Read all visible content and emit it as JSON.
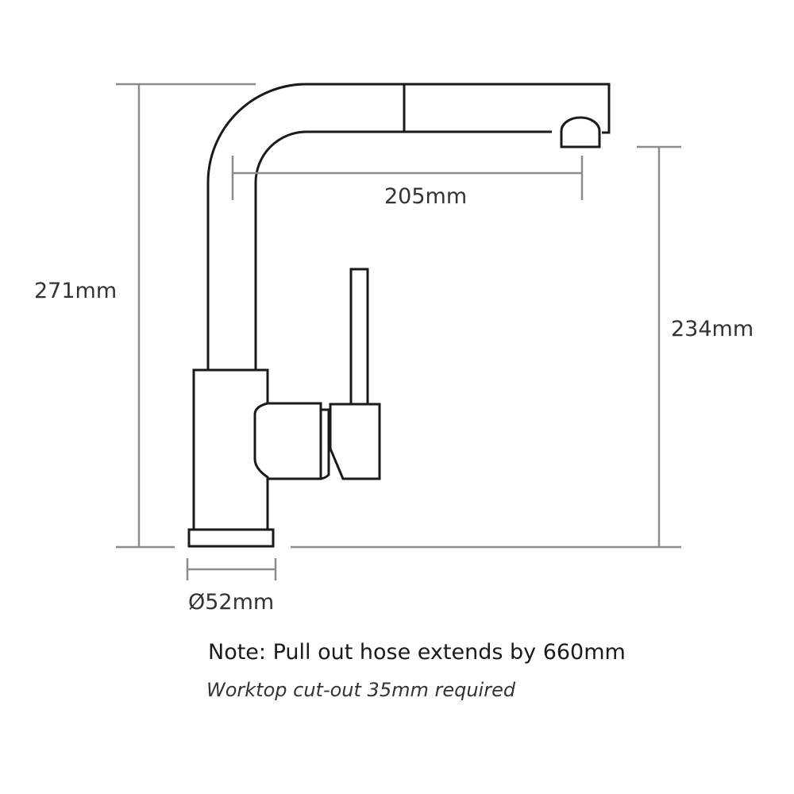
{
  "dimensions": {
    "total_height": "271mm",
    "spout_reach": "205mm",
    "spout_clearance": "234mm",
    "base_diameter": "Ø52mm"
  },
  "notes": {
    "hose": "Note: Pull out hose extends by 660mm",
    "cutout": "Worktop cut-out 35mm required"
  },
  "colors": {
    "outline": "#1a1a1a",
    "dimension": "#8c8c8c"
  }
}
